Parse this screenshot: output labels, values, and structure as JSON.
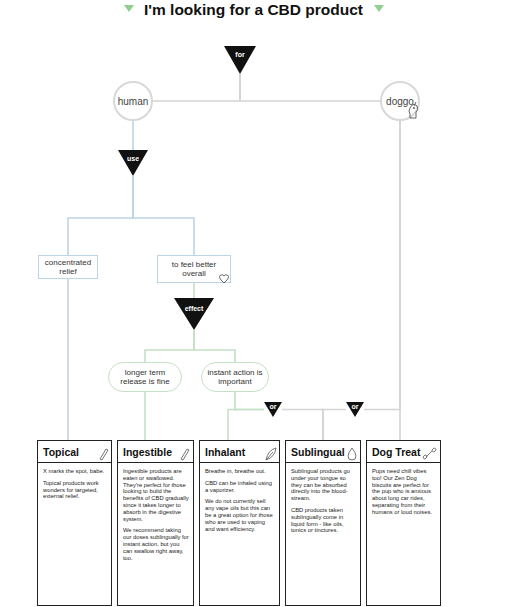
{
  "diagram": {
    "title": "I'm looking for a CBD product",
    "nodes": [
      {
        "text": [
          "for"
        ]
      },
      {
        "text": [
          "human"
        ]
      },
      {
        "text": [
          "doggo"
        ]
      },
      {
        "text": [
          "use"
        ]
      },
      {
        "text": [
          "concentrated relief"
        ]
      },
      {
        "text": [
          "to feel better overall"
        ]
      },
      {
        "text": [
          "effect"
        ]
      },
      {
        "text": [
          "longer term release is fine"
        ]
      },
      {
        "text": [
          "instant action is important"
        ]
      },
      {
        "text": [
          "or"
        ]
      },
      {
        "text": [
          "or"
        ]
      },
      {
        "text": [
          "Topical",
          "X marks the spot, babe.",
          "Topical products work wonders for targeted, external relief."
        ]
      },
      {
        "text": [
          "Ingestible",
          "Ingestible products are eaten or swallowed. They're perfect for those looking to build the benefits of CBD gradually since it takes longer to absorb in the digestive system.",
          "We recommend taking our doses sublingually for instant action, but you can swallow right away, too."
        ]
      },
      {
        "text": [
          "Inhalant",
          "Breathe in, breathe out.",
          "CBD can be inhaled using a vaporizer.",
          "We do not currently sell any vape oils but this can be a great option for those who are used to vaping and want efficiency."
        ]
      },
      {
        "text": [
          "Sublingual",
          "Sublingual products go under your tongue so they can be absorbed directly into the blood-stream.",
          "CBD products taken sublingually come in liquid form - like oils, tonics or tinctures."
        ]
      },
      {
        "text": [
          "Dog Treat",
          "Pups need chill vibes too! Our Zen Dog biscuits are perfect for the pup who is anxious about long car rides, separating from their humans or loud noises."
        ]
      }
    ],
    "edges": [
      {
        "from": 0,
        "to": 1,
        "arrow": "none"
      },
      {
        "from": 0,
        "to": 2,
        "arrow": "none"
      },
      {
        "from": 1,
        "to": 3,
        "arrow": "none"
      },
      {
        "from": 3,
        "to": 4,
        "arrow": "none"
      },
      {
        "from": 3,
        "to": 5,
        "arrow": "none"
      },
      {
        "from": 5,
        "to": 6,
        "arrow": "none"
      },
      {
        "from": 6,
        "to": 7,
        "arrow": "none"
      },
      {
        "from": 6,
        "to": 8,
        "arrow": "none"
      },
      {
        "from": 4,
        "to": 11,
        "arrow": "none"
      },
      {
        "from": 7,
        "to": 12,
        "arrow": "none"
      },
      {
        "from": 8,
        "to": 9,
        "arrow": "none"
      },
      {
        "from": 9,
        "to": 13,
        "arrow": "none"
      },
      {
        "from": 9,
        "to": 14,
        "arrow": "none"
      },
      {
        "from": 2,
        "to": 15,
        "arrow": "none"
      },
      {
        "from": 2,
        "to": 10,
        "arrow": "none"
      },
      {
        "from": 10,
        "to": 14,
        "arrow": "none"
      }
    ]
  }
}
